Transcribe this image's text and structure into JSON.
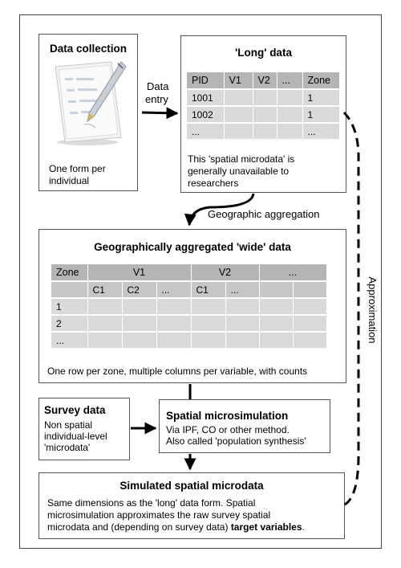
{
  "data_collection": {
    "title": "Data collection",
    "caption_line1": "One form per",
    "caption_line2": "individual",
    "icon": "paper-form-pen-icon"
  },
  "data_entry": {
    "line1": "Data",
    "line2": "entry"
  },
  "long_data": {
    "title": "'Long' data",
    "headers": [
      "PID",
      "V1",
      "V2",
      "...",
      "Zone"
    ],
    "rows": [
      [
        "1001",
        "",
        "",
        "",
        "1"
      ],
      [
        "1002",
        "",
        "",
        "",
        "1"
      ],
      [
        "...",
        "",
        "",
        "",
        "..."
      ]
    ],
    "note_line1": "This 'spatial microdata' is",
    "note_line2": "generally unavailable to",
    "note_line3": "researchers"
  },
  "geographic_aggregation": "Geographic aggregation",
  "approximation": "Approximation",
  "wide_data": {
    "title": "Geographically aggregated 'wide' data",
    "header1": [
      "Zone",
      "V1",
      "V2",
      "..."
    ],
    "header2": [
      "",
      "C1",
      "C2",
      "...",
      "C1",
      "...",
      "",
      ""
    ],
    "rows": [
      [
        "1",
        "",
        "",
        "",
        "",
        "",
        "",
        ""
      ],
      [
        "2",
        "",
        "",
        "",
        "",
        "",
        "",
        ""
      ],
      [
        "...",
        "",
        "",
        "",
        "",
        "",
        "",
        ""
      ]
    ],
    "note": "One row per zone, multiple columns per variable, with counts"
  },
  "survey_data": {
    "title": "Survey data",
    "line1": "Non spatial",
    "line2": "individual-level",
    "line3": "'microdata'"
  },
  "spatial_microsim": {
    "title": "Spatial microsimulation",
    "line1": "Via IPF, CO or other method.",
    "line2": "Also called 'population synthesis'"
  },
  "simulated": {
    "title": "Simulated spatial microdata",
    "line1": "Same dimensions as the 'long' data form. Spatial",
    "line2": "microsimulation approximates the raw survey spatial",
    "line3_plain": "microdata and (depending on survey data) ",
    "line3_bold": "target variables",
    "line3_end": "."
  },
  "colors": {
    "header_dark": "#b5b5b5",
    "header_light": "#c6c6c6",
    "cell": "#dadada",
    "line": "#000000"
  }
}
